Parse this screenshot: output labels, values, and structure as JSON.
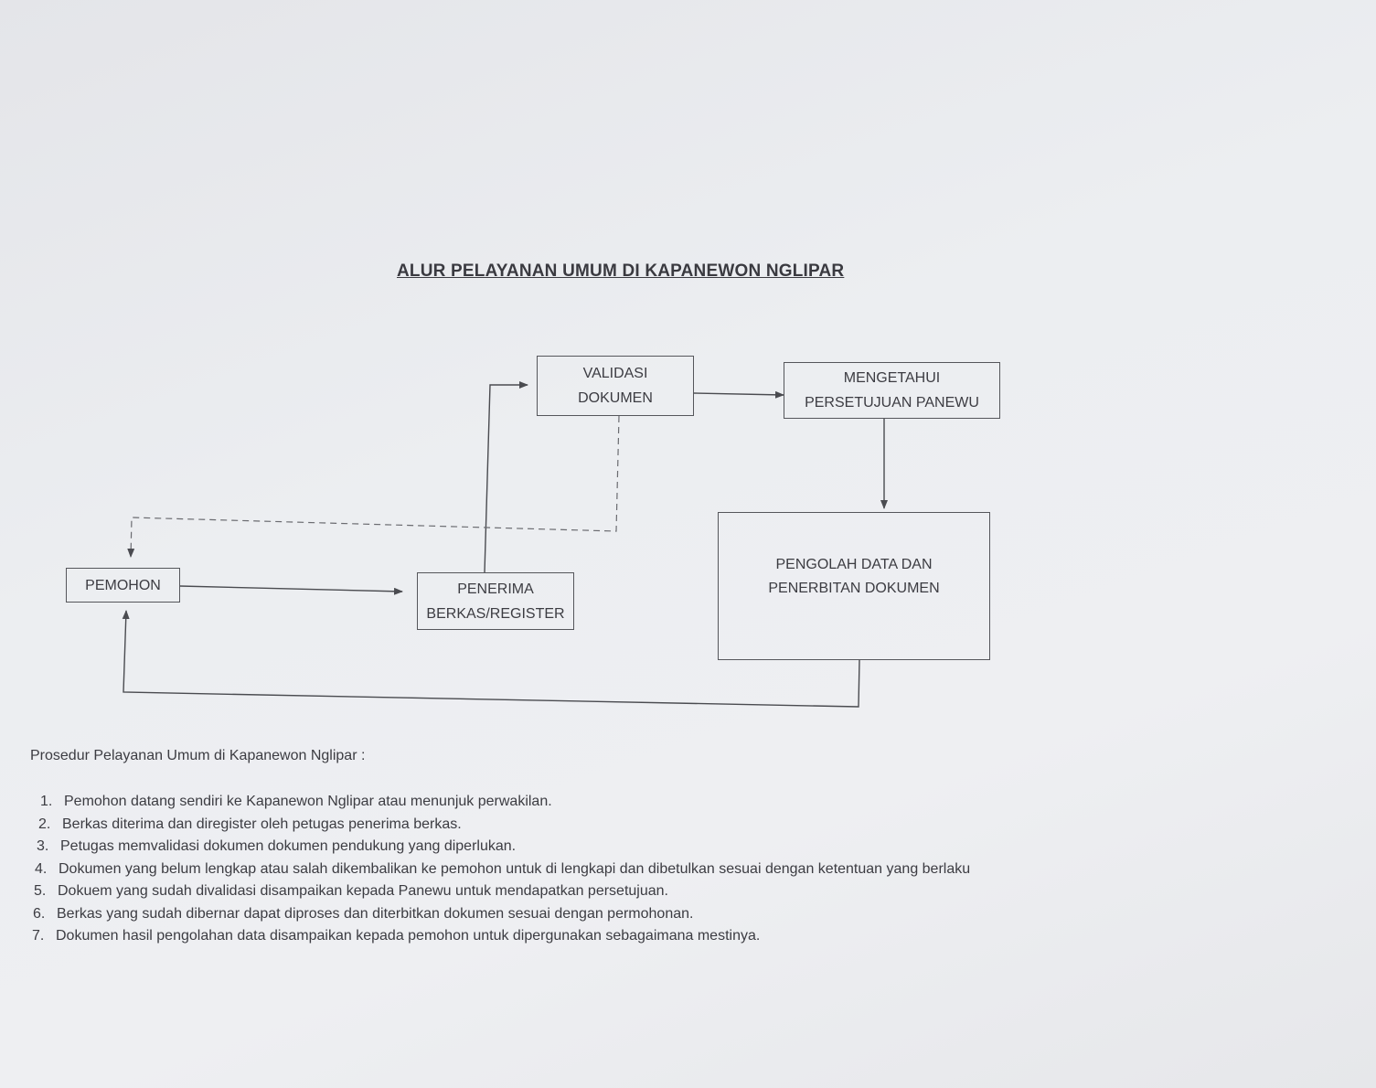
{
  "title": "ALUR PELAYANAN UMUM DI KAPANEWON NGLIPAR",
  "flowchart": {
    "nodes": {
      "validasi": {
        "line1": "VALIDASI",
        "line2": "DOKUMEN"
      },
      "mengetahui": {
        "line1": "MENGETAHUI",
        "line2": "PERSETUJUAN PANEWU"
      },
      "pemohon": {
        "label": "PEMOHON"
      },
      "penerima": {
        "line1": "PENERIMA",
        "line2": "BERKAS/REGISTER"
      },
      "pengolah": {
        "line1": "PENGOLAH DATA DAN",
        "line2": "PENERBITAN DOKUMEN"
      }
    },
    "edges": [
      {
        "from": "pemohon",
        "to": "penerima",
        "style": "solid"
      },
      {
        "from": "penerima",
        "to": "validasi",
        "style": "solid"
      },
      {
        "from": "validasi",
        "to": "mengetahui",
        "style": "solid"
      },
      {
        "from": "mengetahui",
        "to": "pengolah",
        "style": "solid"
      },
      {
        "from": "pengolah",
        "to": "pemohon",
        "style": "solid"
      },
      {
        "from": "validasi",
        "to": "pemohon",
        "style": "dashed"
      }
    ]
  },
  "procedure": {
    "intro": "Prosedur Pelayanan Umum di Kapanewon Nglipar :",
    "steps": [
      {
        "num": "1.",
        "text": "Pemohon datang sendiri ke Kapanewon Nglipar atau menunjuk perwakilan."
      },
      {
        "num": "2.",
        "text": "Berkas diterima dan diregister oleh petugas penerima berkas."
      },
      {
        "num": "3.",
        "text": "Petugas memvalidasi dokumen dokumen pendukung yang diperlukan."
      },
      {
        "num": "4.",
        "text": "Dokumen yang belum lengkap atau salah dikembalikan ke pemohon untuk di lengkapi dan dibetulkan sesuai dengan ketentuan  yang berlaku"
      },
      {
        "num": "5.",
        "text": "Dokuem yang sudah divalidasi disampaikan kepada Panewu untuk mendapatkan persetujuan."
      },
      {
        "num": "6.",
        "text": "Berkas yang sudah dibernar  dapat diproses dan diterbitkan dokumen sesuai dengan permohonan."
      },
      {
        "num": "7.",
        "text": "Dokumen hasil pengolahan data disampaikan kepada pemohon untuk dipergunakan sebagaimana mestinya."
      }
    ]
  }
}
